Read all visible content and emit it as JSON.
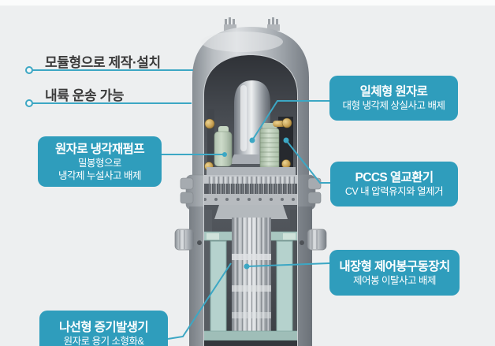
{
  "page": {
    "background_color": "#edeff0",
    "top_strip_color": "#fbfcfc"
  },
  "palette": {
    "accent_teal": "#2f9dbc",
    "connector_line": "#3ca7c4",
    "label_text": "#3b3b3b",
    "callout_text": "#ffffff"
  },
  "labels": {
    "modular": "모듈형으로 제작·설치",
    "inland": "내륙 운송 가능"
  },
  "callouts": {
    "pump": {
      "title": "원자로 냉각재펌프",
      "sub1": "밀봉형으로",
      "sub2": "냉각제 누설사고 배제"
    },
    "steam_generator": {
      "title": "나선형 증기발생기",
      "sub1": "원자로 용기 소형화&"
    },
    "integral_reactor": {
      "title": "일체형 원자로",
      "sub1": "대형 냉각제 상실사고 배제"
    },
    "pccs": {
      "title": "PCCS 열교환기",
      "sub1": "CV 내 압력유지와 열제거"
    },
    "crdm": {
      "title": "내장형 제어봉구동장치",
      "sub1": "제어봉 이탈사고 배제"
    }
  },
  "illustration": {
    "subject": "integral small modular reactor cutaway rendering"
  }
}
